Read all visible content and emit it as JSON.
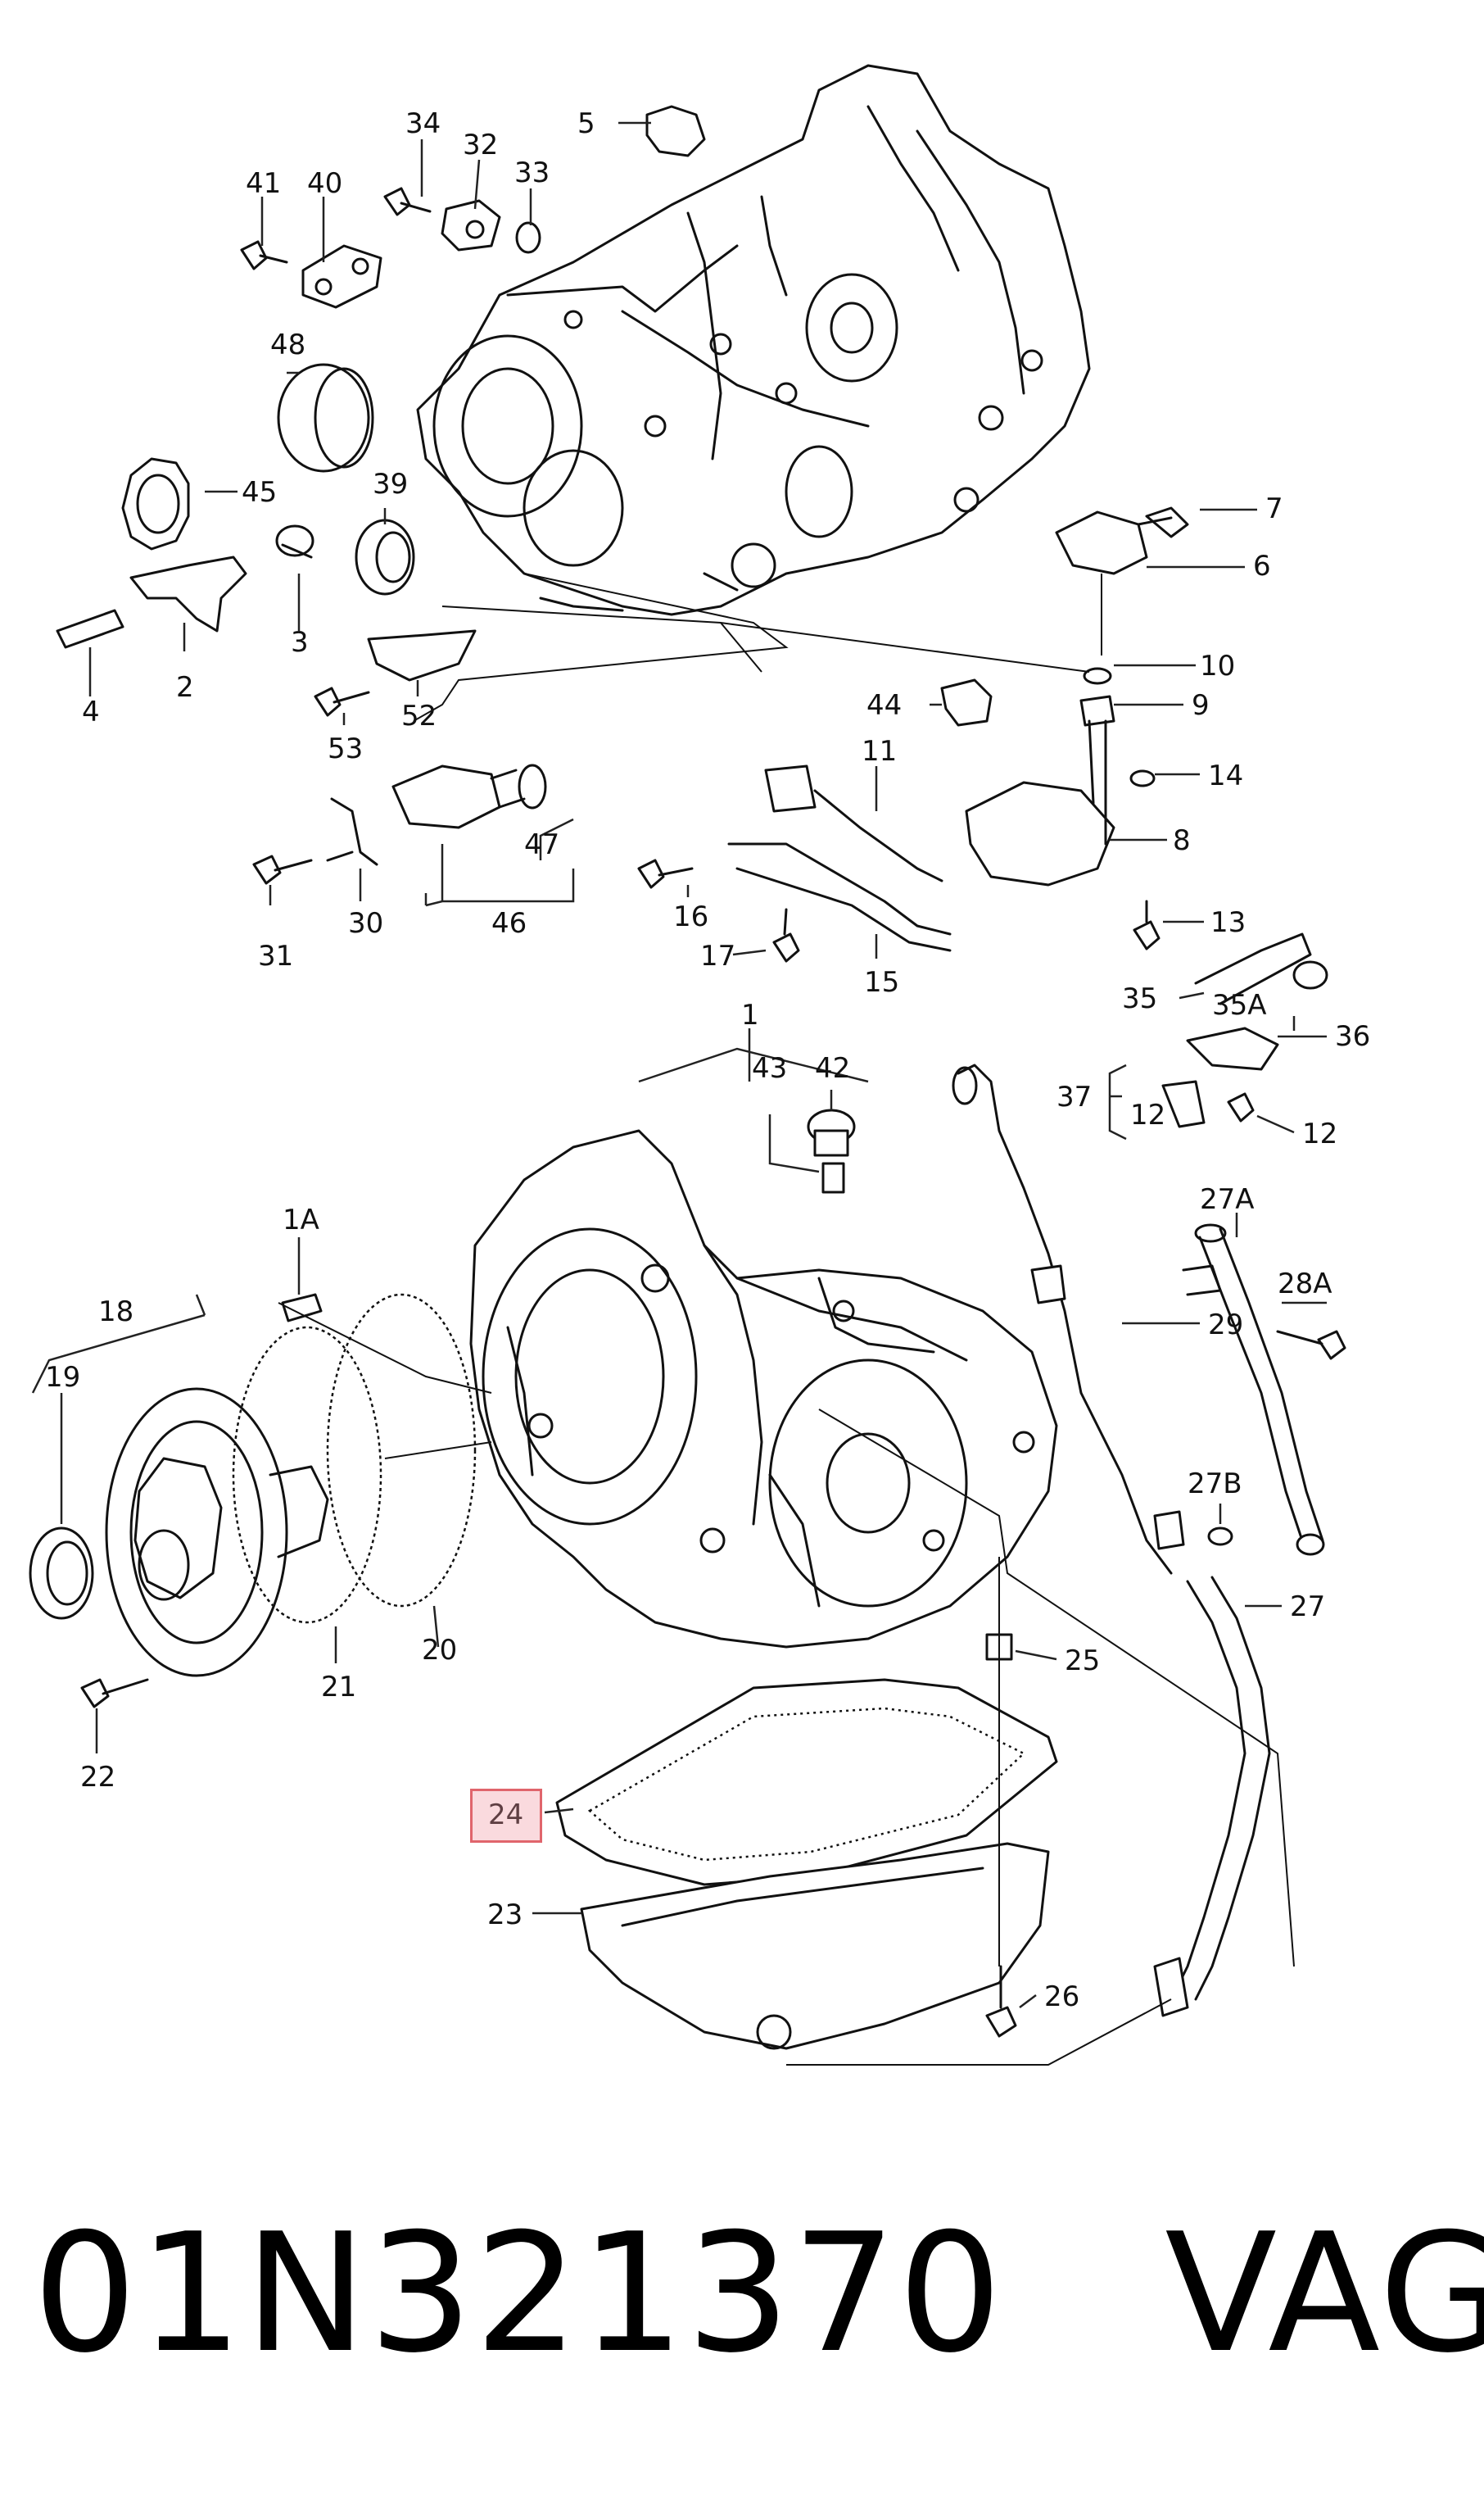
{
  "highlighted_part": "24",
  "footer": {
    "part_number": "01N321370",
    "brand": "VAG",
    "separator": "   "
  },
  "labels": {
    "l1": "1",
    "l1A": "1A",
    "l2": "2",
    "l3": "3",
    "l4": "4",
    "l5": "5",
    "l6": "6",
    "l7": "7",
    "l8": "8",
    "l9": "9",
    "l10": "10",
    "l11": "11",
    "l12a": "12",
    "l12b": "12",
    "l13": "13",
    "l14": "14",
    "l15": "15",
    "l16": "16",
    "l17": "17",
    "l18": "18",
    "l19": "19",
    "l20": "20",
    "l21": "21",
    "l22": "22",
    "l23": "23",
    "l24": "24",
    "l25": "25",
    "l26": "26",
    "l27": "27",
    "l27A": "27A",
    "l27B": "27B",
    "l28A": "28A",
    "l29": "29",
    "l30": "30",
    "l31": "31",
    "l32": "32",
    "l33": "33",
    "l34": "34",
    "l35": "35",
    "l35A": "35A",
    "l36": "36",
    "l37": "37",
    "l39": "39",
    "l40": "40",
    "l41": "41",
    "l42": "42",
    "l43": "43",
    "l44": "44",
    "l45": "45",
    "l46": "46",
    "l47": "47",
    "l48": "48",
    "l52": "52",
    "l53": "53"
  },
  "colors": {
    "highlight_border": "#e0656c",
    "highlight_fill": "#f096a0",
    "line": "#111111"
  }
}
